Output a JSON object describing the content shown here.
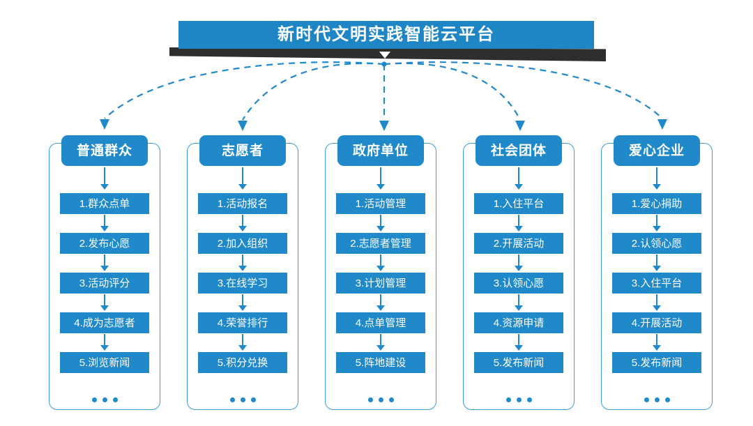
{
  "title": "新时代文明实践智能云平台",
  "colors": {
    "primary": "#2089c9",
    "title_bar": "#1f86c6",
    "border": "#3d9cd2",
    "shadow": "#2e2e2e",
    "text_on_blue": "#ffffff"
  },
  "ellipsis": "• • •",
  "columns": [
    {
      "header": "普通群众",
      "items": [
        "1.群众点单",
        "2.发布心愿",
        "3.活动评分",
        "4.成为志愿者",
        "5.浏览新闻"
      ]
    },
    {
      "header": "志愿者",
      "items": [
        "1.活动报名",
        "2.加入组织",
        "3.在线学习",
        "4.荣誉排行",
        "5.积分兑换"
      ]
    },
    {
      "header": "政府单位",
      "items": [
        "1.活动管理",
        "2.志愿者管理",
        "3.计划管理",
        "4.点单管理",
        "5.阵地建设"
      ]
    },
    {
      "header": "社会团体",
      "items": [
        "1.入住平台",
        "2.开展活动",
        "3.认领心愿",
        "4.资源申请",
        "5.发布新闻"
      ]
    },
    {
      "header": "爱心企业",
      "items": [
        "1.爱心捐助",
        "2.认领心愿",
        "3.入住平台",
        "4.开展活动",
        "5.发布新闻"
      ]
    }
  ]
}
